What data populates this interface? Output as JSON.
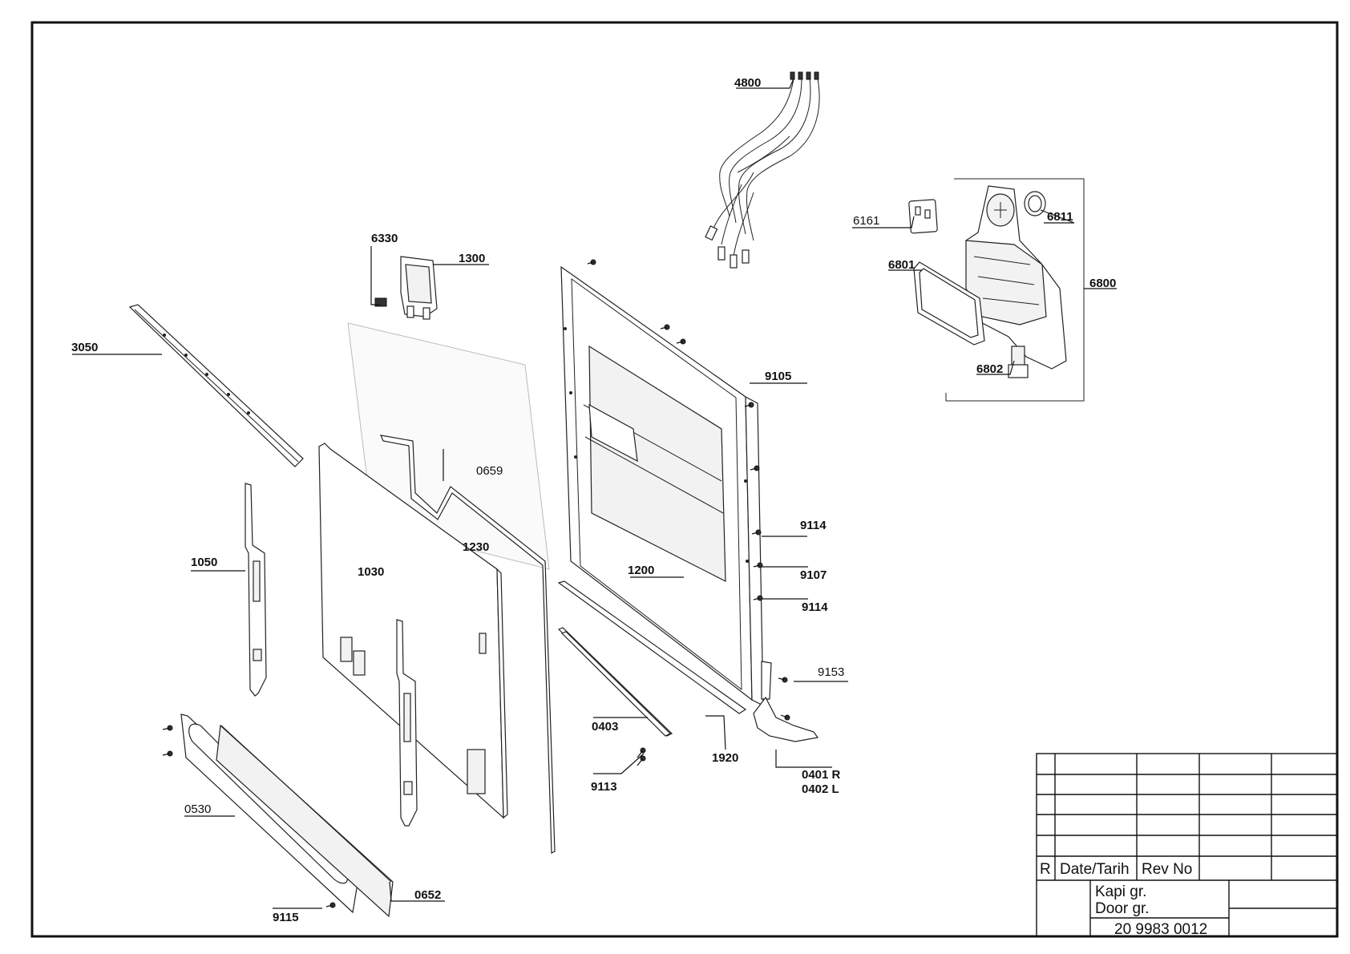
{
  "labels": {
    "p4800": "4800",
    "p6330": "6330",
    "p1300": "1300",
    "p3050": "3050",
    "p6161": "6161",
    "p6811": "6811",
    "p6801": "6801",
    "p6800": "6800",
    "p6802": "6802",
    "p9105": "9105",
    "p0659": "0659",
    "p1230": "1230",
    "p1030": "1030",
    "p1050": "1050",
    "p1200": "1200",
    "p9114a": "9114",
    "p9107": "9107",
    "p9114b": "9114",
    "p9153": "9153",
    "p0403": "0403",
    "p1920": "1920",
    "p0401": "0401 R",
    "p0402": "0402 L",
    "p9113": "9113",
    "p0530": "0530",
    "p0652": "0652",
    "p9115": "9115"
  },
  "title_block": {
    "rev_marker": "R",
    "date_header": "Date/Tarih",
    "rev_header": "Rev No",
    "group_tr": "Kapi gr.",
    "group_en": "Door gr.",
    "drawing_number": "20 9983 0012"
  }
}
